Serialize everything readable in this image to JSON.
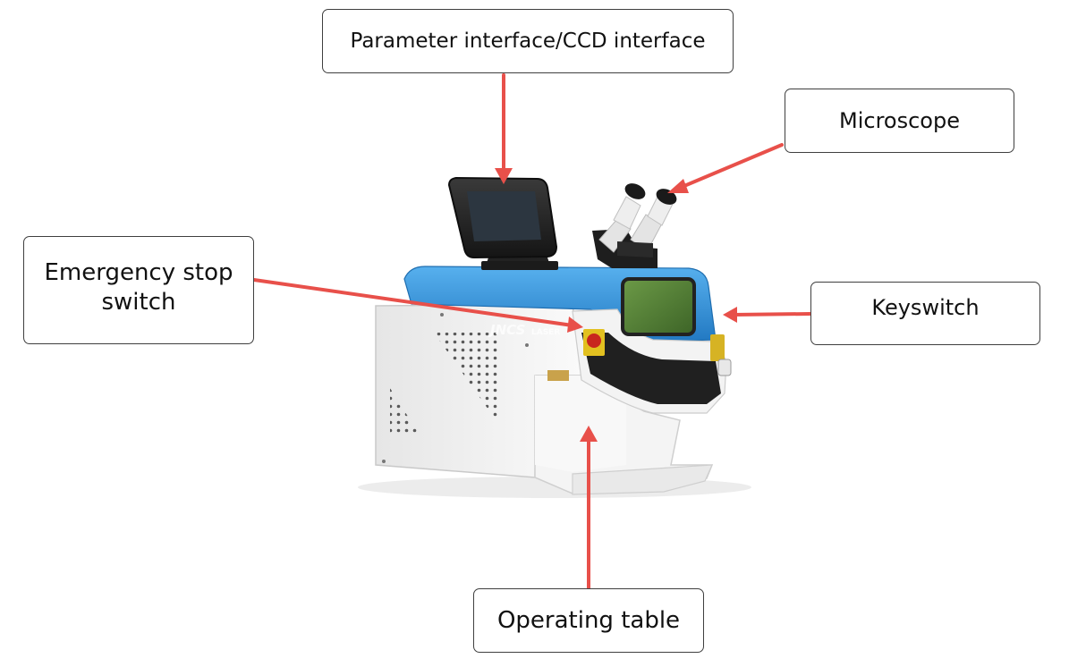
{
  "labels": {
    "parameter_interface": "Parameter  interface/CCD interface",
    "microscope": "Microscope",
    "emergency_stop": "Emergency stop\nswitch",
    "keyswitch": "Keyswitch",
    "operating_table": "Operating table"
  },
  "brand": {
    "logo_text": "JNCS",
    "logo_suffix": "LASER"
  },
  "colors": {
    "arrow": "#e8504a",
    "machine_blue": "#2f8fd6",
    "body_white": "#f2f2f2",
    "panel_black": "#1f1f1f",
    "screen_green": "#4f7a33",
    "label_border": "#3f3f3f"
  }
}
